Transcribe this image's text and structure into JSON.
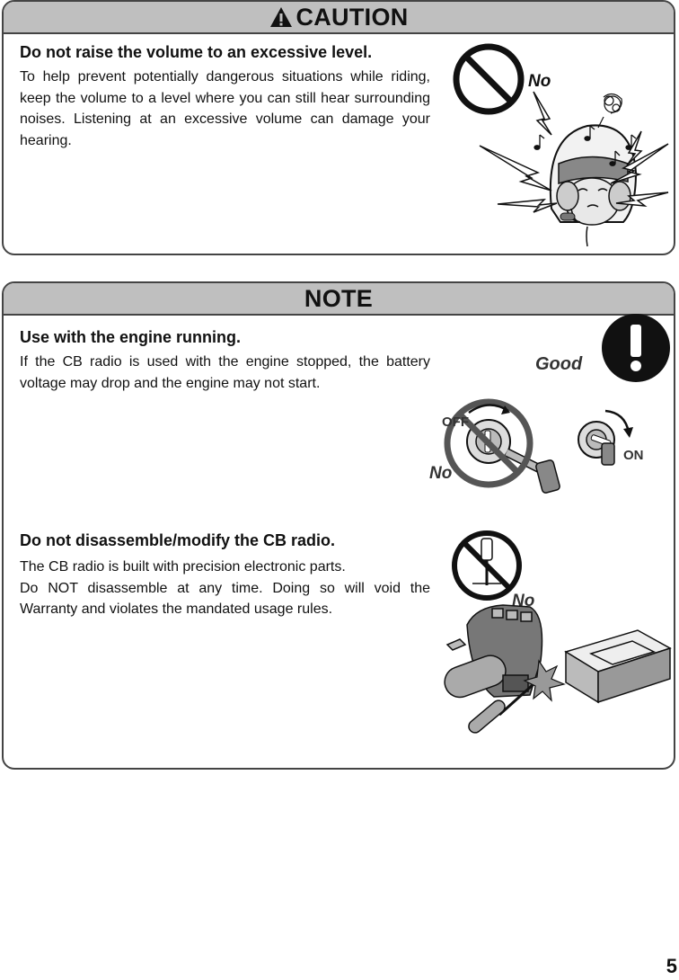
{
  "caution": {
    "title": "CAUTION",
    "heading": "Do not raise the volume to an excessive level.",
    "body": "To help prevent potentially dangerous situations while riding, keep the volume to a level where you can still hear surrounding noises. Listening at an excessive volume can damage your hearing.",
    "illustration_label": "No"
  },
  "note": {
    "title": "NOTE",
    "engine": {
      "heading": "Use with the engine running.",
      "body": "If the CB radio is used with the engine stopped, the battery voltage may drop and the engine may not start.",
      "label_good": "Good",
      "label_no": "No",
      "label_off": "OFF",
      "label_on": "ON"
    },
    "disassemble": {
      "heading": "Do not disassemble/modify the CB radio.",
      "body_1": "The CB radio is built with precision electronic parts.",
      "body_2": "Do NOT disassemble at any time. Doing so will void the Warranty and violates the mandated usage rules.",
      "label_no": "No"
    }
  },
  "page_number": "5"
}
